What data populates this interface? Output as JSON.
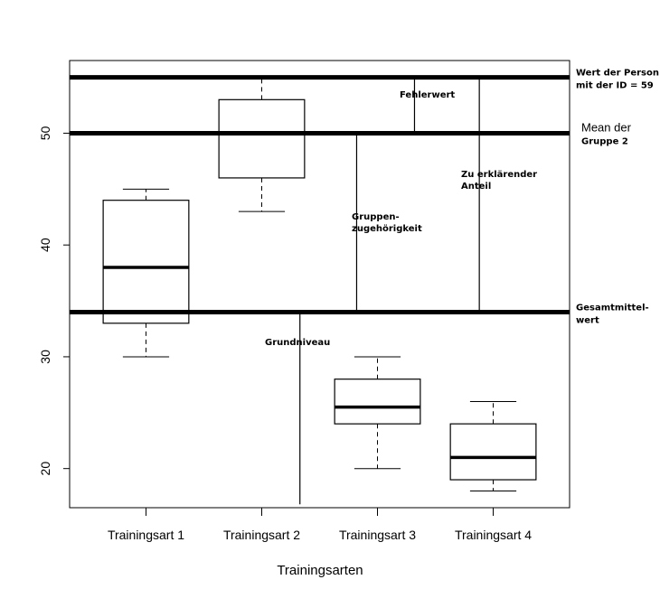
{
  "chart_data": {
    "type": "boxplot",
    "title": "",
    "xlabel": "Trainingsarten",
    "ylabel": "",
    "ylim": [
      16.5,
      56.5
    ],
    "xlim": [
      0.34,
      4.66
    ],
    "yticks": [
      20,
      30,
      40,
      50
    ],
    "grid": false,
    "categories": [
      "Trainingsart 1",
      "Trainingsart 2",
      "Trainingsart 3",
      "Trainingsart 4"
    ],
    "boxes": [
      {
        "name": "Trainingsart 1",
        "whisker_low": 30,
        "q1": 33,
        "median": 38,
        "q3": 44,
        "whisker_high": 45
      },
      {
        "name": "Trainingsart 2",
        "whisker_low": 43,
        "q1": 46,
        "median": 50,
        "q3": 53,
        "whisker_high": 55
      },
      {
        "name": "Trainingsart 3",
        "whisker_low": 20,
        "q1": 24,
        "median": 25.5,
        "q3": 28,
        "whisker_high": 30
      },
      {
        "name": "Trainingsart 4",
        "whisker_low": 18,
        "q1": 19,
        "median": 21,
        "q3": 24,
        "whisker_high": 26
      }
    ],
    "hlines": [
      {
        "value": 55,
        "label_lines": [
          "Wert der Person",
          "mit der ID = 59"
        ]
      },
      {
        "value": 50,
        "label_lines": [
          "Mean    der",
          "Gruppe 2"
        ]
      },
      {
        "value": 34,
        "label_lines": [
          "Gesamtmittel-",
          "wert"
        ]
      }
    ],
    "segments": [
      {
        "x": 2.33,
        "y_from": 34,
        "y_to": 16.8,
        "label_lines": [
          "Grundniveau"
        ]
      },
      {
        "x": 2.82,
        "y_from": 50,
        "y_to": 34,
        "label_lines": [
          "Gruppen-",
          "zugehörigkeit"
        ]
      },
      {
        "x": 3.32,
        "y_from": 55,
        "y_to": 50,
        "label_lines": [
          "Fehlerwert"
        ]
      },
      {
        "x": 3.88,
        "y_from": 55,
        "y_to": 34,
        "label_lines": [
          "Zu erklärender",
          "Anteil"
        ]
      }
    ]
  }
}
